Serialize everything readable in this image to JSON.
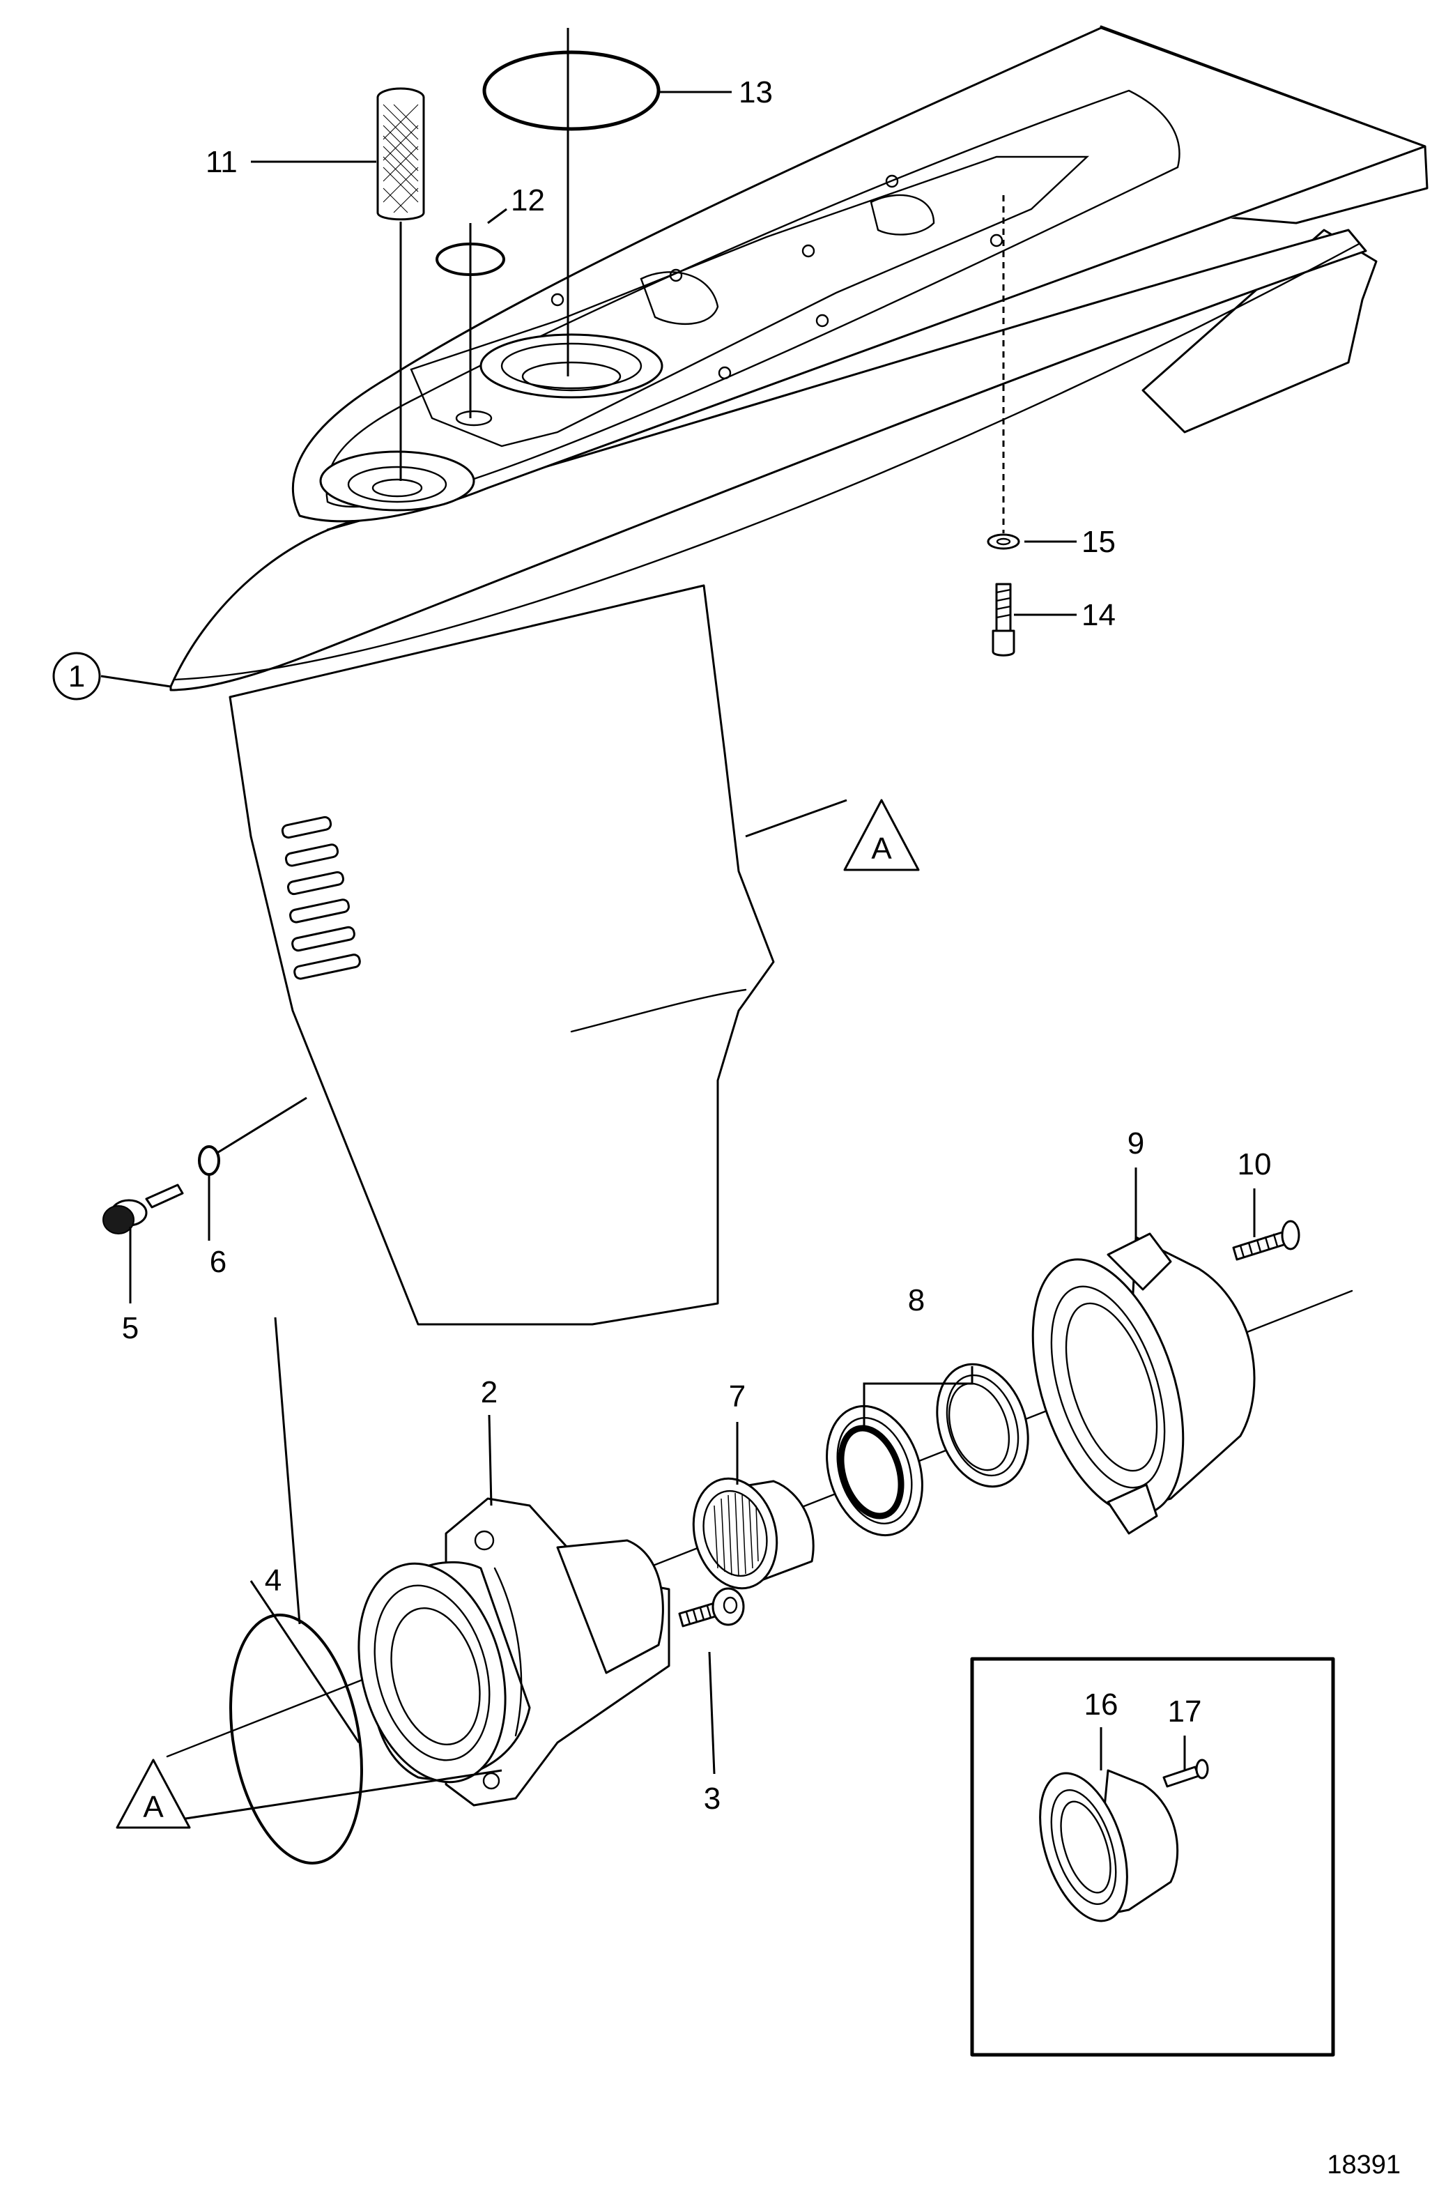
{
  "diagram": {
    "callouts": {
      "c1": "1",
      "c2": "2",
      "c3": "3",
      "c4": "4",
      "c5": "5",
      "c6": "6",
      "c7": "7",
      "c8": "8",
      "c9": "9",
      "c10": "10",
      "c11": "11",
      "c12": "12",
      "c13": "13",
      "c14": "14",
      "c15": "15",
      "c16": "16",
      "c17": "17"
    },
    "section_marker": "A",
    "document_number": "18391"
  }
}
